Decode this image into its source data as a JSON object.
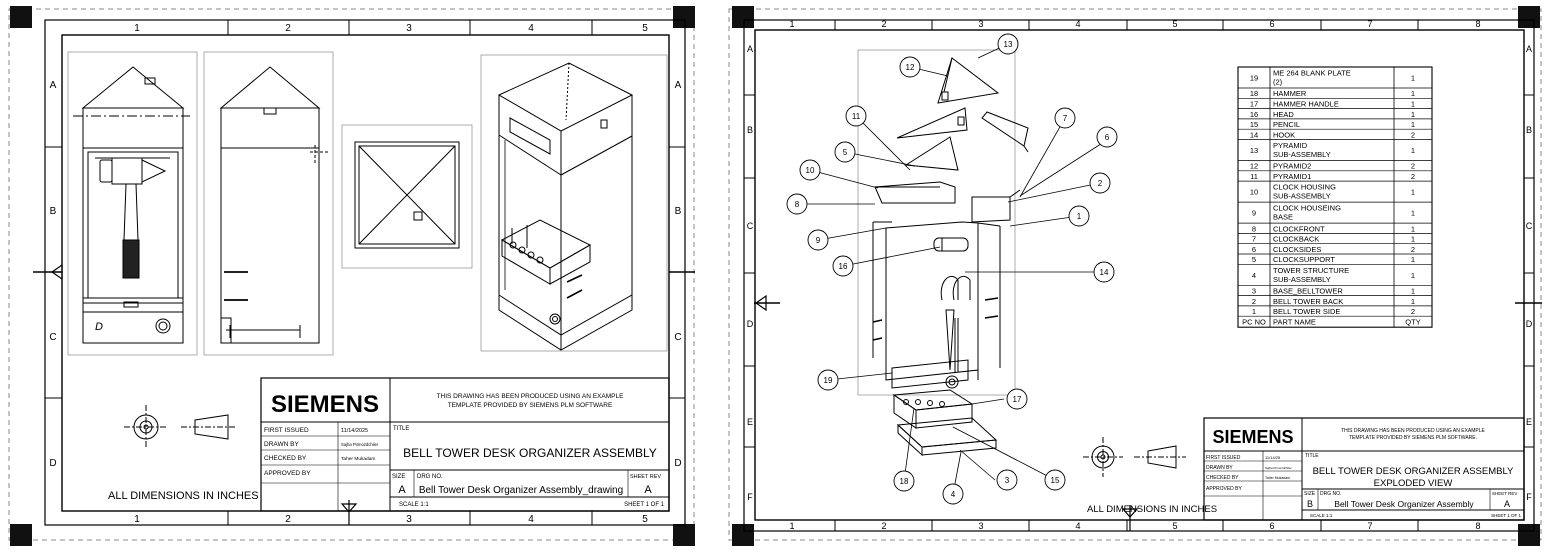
{
  "sheet1": {
    "col_labels": [
      "1",
      "2",
      "3",
      "4",
      "5"
    ],
    "row_labels": [
      "A",
      "B",
      "C",
      "D"
    ],
    "units_note": "ALL DIMENSIONS IN INCHES",
    "title_block": {
      "company": "SIEMENS",
      "notice_line1": "THIS DRAWING HAS BEEN PRODUCED USING AN EXAMPLE",
      "notice_line2": "TEMPLATE PROVIDED BY SIEMENS PLM SOFTWARE",
      "first_issued_label": "FIRST ISSUED",
      "first_issued_value": "11/14/2025",
      "drawn_by_label": "DRAWN BY",
      "drawn_by_value": "Sajha Pirmozdchiler",
      "checked_by_label": "CHECKED BY",
      "checked_by_value": "Taher Mukadam",
      "approved_by_label": "APPROVED BY",
      "title_label": "TITLE",
      "title": "BELL TOWER DESK ORGANIZER ASSEMBLY",
      "size_label": "SIZE",
      "size_value": "A",
      "drg_no_label": "DRG NO.",
      "drg_no_value": "Bell Tower Desk Organizer Assembly_drawing",
      "sheet_rev_label": "SHEET REV",
      "sheet_rev_value": "A",
      "scale": "SCALE 1:1",
      "sheet_of": "SHEET 1 OF 1"
    }
  },
  "sheet2": {
    "col_labels": [
      "1",
      "2",
      "3",
      "4",
      "5",
      "6",
      "7",
      "8"
    ],
    "row_labels": [
      "A",
      "B",
      "C",
      "D",
      "E",
      "F"
    ],
    "units_note": "ALL DIMENSIONS IN INCHES",
    "balloons": [
      "1",
      "2",
      "3",
      "4",
      "5",
      "6",
      "7",
      "8",
      "9",
      "10",
      "11",
      "12",
      "13",
      "14",
      "15",
      "16",
      "17",
      "18",
      "19"
    ],
    "bom": {
      "header": [
        "PC NO",
        "PART NAME",
        "QTY"
      ],
      "rows": [
        {
          "no": "19",
          "name1": "ME 264 BLANK PLATE",
          "name2": "(2)",
          "qty": "1"
        },
        {
          "no": "18",
          "name1": "HAMMER",
          "name2": "",
          "qty": "1"
        },
        {
          "no": "17",
          "name1": "HAMMER HANDLE",
          "name2": "",
          "qty": "1"
        },
        {
          "no": "16",
          "name1": "HEAD",
          "name2": "",
          "qty": "1"
        },
        {
          "no": "15",
          "name1": "PENCIL",
          "name2": "",
          "qty": "1"
        },
        {
          "no": "14",
          "name1": "HOOK",
          "name2": "",
          "qty": "2"
        },
        {
          "no": "13",
          "name1": "PYRAMID",
          "name2": "SUB-ASSEMBLY",
          "qty": "1"
        },
        {
          "no": "12",
          "name1": "PYRAMID2",
          "name2": "",
          "qty": "2"
        },
        {
          "no": "11",
          "name1": "PYRAMID1",
          "name2": "",
          "qty": "2"
        },
        {
          "no": "10",
          "name1": "CLOCK HOUSING",
          "name2": "SUB-ASSEMBLY",
          "qty": "1"
        },
        {
          "no": "9",
          "name1": "CLOCK HOUSEING",
          "name2": "BASE",
          "qty": "1"
        },
        {
          "no": "8",
          "name1": "CLOCKFRONT",
          "name2": "",
          "qty": "1"
        },
        {
          "no": "7",
          "name1": "CLOCKBACK",
          "name2": "",
          "qty": "1"
        },
        {
          "no": "6",
          "name1": "CLOCKSIDES",
          "name2": "",
          "qty": "2"
        },
        {
          "no": "5",
          "name1": "CLOCKSUPPORT",
          "name2": "",
          "qty": "1"
        },
        {
          "no": "4",
          "name1": "TOWER STRUCTURE",
          "name2": "SUB-ASSEMBLY",
          "qty": "1"
        },
        {
          "no": "3",
          "name1": "BASE_BELLTOWER",
          "name2": "",
          "qty": "1"
        },
        {
          "no": "2",
          "name1": "BELL TOWER BACK",
          "name2": "",
          "qty": "1"
        },
        {
          "no": "1",
          "name1": "BELL TOWER SIDE",
          "name2": "",
          "qty": "2"
        }
      ]
    },
    "title_block": {
      "company": "SIEMENS",
      "notice_line1": "THIS DRAWING HAS BEEN PRODUCED USING AN EXAMPLE",
      "notice_line2": "TEMPLATE PROVIDED BY SIEMENS PLM SOFTWARE.",
      "first_issued_label": "FIRST ISSUED",
      "first_issued_value": "11/14/25",
      "drawn_by_label": "DRAWN BY",
      "drawn_by_value": "Sajha Pirmozdchiler",
      "checked_by_label": "CHECKED BY",
      "checked_by_value": "Taher Mukadam",
      "approved_by_label": "APPROVED BY",
      "title_label": "TITLE",
      "title_line1": "BELL TOWER DESK ORGANIZER ASSEMBLY",
      "title_line2": "EXPLODED VIEW",
      "size_label": "SIZE",
      "size_value": "B",
      "drg_no_label": "DRG NO.",
      "drg_no_value": "Bell Tower Desk Organizer Assembly",
      "sheet_rev_label": "SHEET REV",
      "sheet_rev_value": "A",
      "scale": "SCALE 1:1",
      "sheet_of": "SHEET 1 OF 1"
    }
  }
}
